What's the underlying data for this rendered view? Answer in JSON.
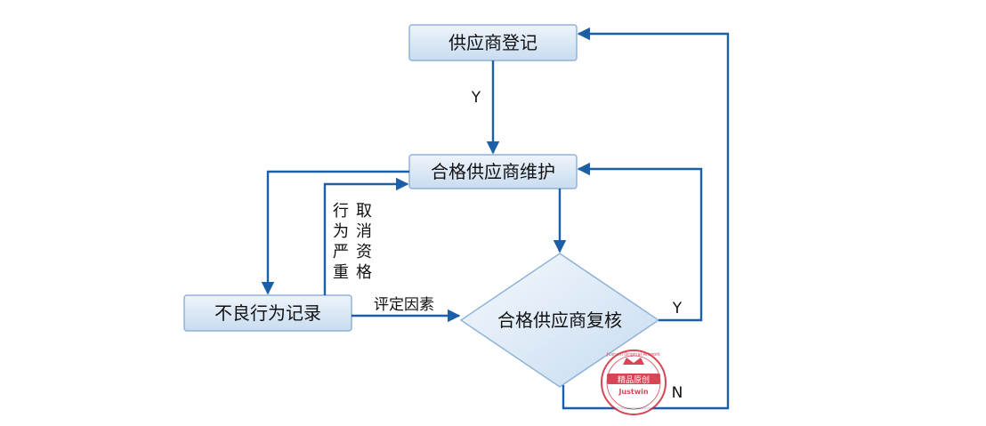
{
  "nodes": {
    "register": "供应商登记",
    "maintain": "合格供应商维护",
    "bad_record": "不良行为记录",
    "review": "合格供应商复核"
  },
  "edge_labels": {
    "register_to_maintain": "Y",
    "review_yes": "Y",
    "review_no": "N",
    "evaluate_factor": "评定因素",
    "severe_behavior_col1": [
      "行",
      "为",
      "严",
      "重"
    ],
    "severe_behavior_col2": [
      "取",
      "消",
      "资",
      "格"
    ]
  },
  "stamp": {
    "top_text": "Justwin Original Artwork",
    "center_text": "Justwin",
    "ribbon_text": "精品原创"
  },
  "colors": {
    "box_fill_top": "#eef4fb",
    "box_fill_bottom": "#c9dcf0",
    "box_stroke": "#8fb3d9",
    "edge": "#1b5fa8",
    "stamp": "#d0263a"
  }
}
